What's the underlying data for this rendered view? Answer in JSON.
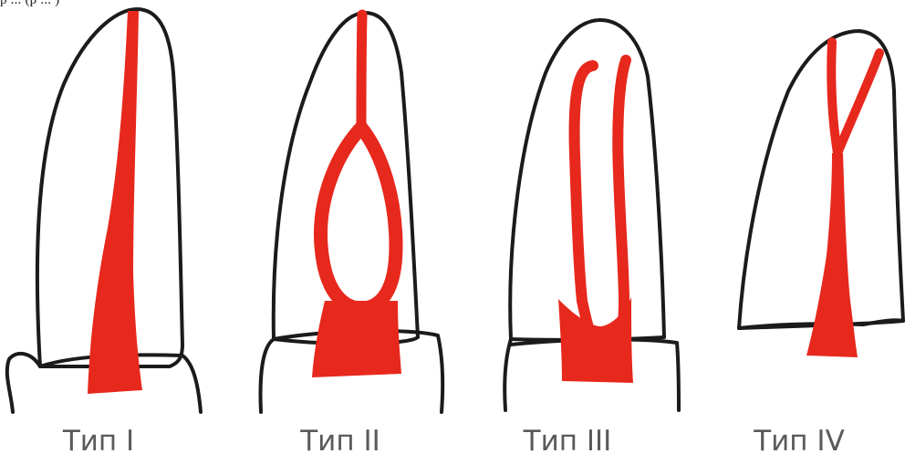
{
  "top_text": "р  ...  (р ... )",
  "diagram": {
    "types": [
      {
        "label": "Тип I"
      },
      {
        "label": "Тип II"
      },
      {
        "label": "Тип III"
      },
      {
        "label": "Тип IV"
      }
    ]
  },
  "colors": {
    "canal": "#e7281d",
    "outline": "#1b1b1b",
    "label": "#5a5a5a"
  }
}
